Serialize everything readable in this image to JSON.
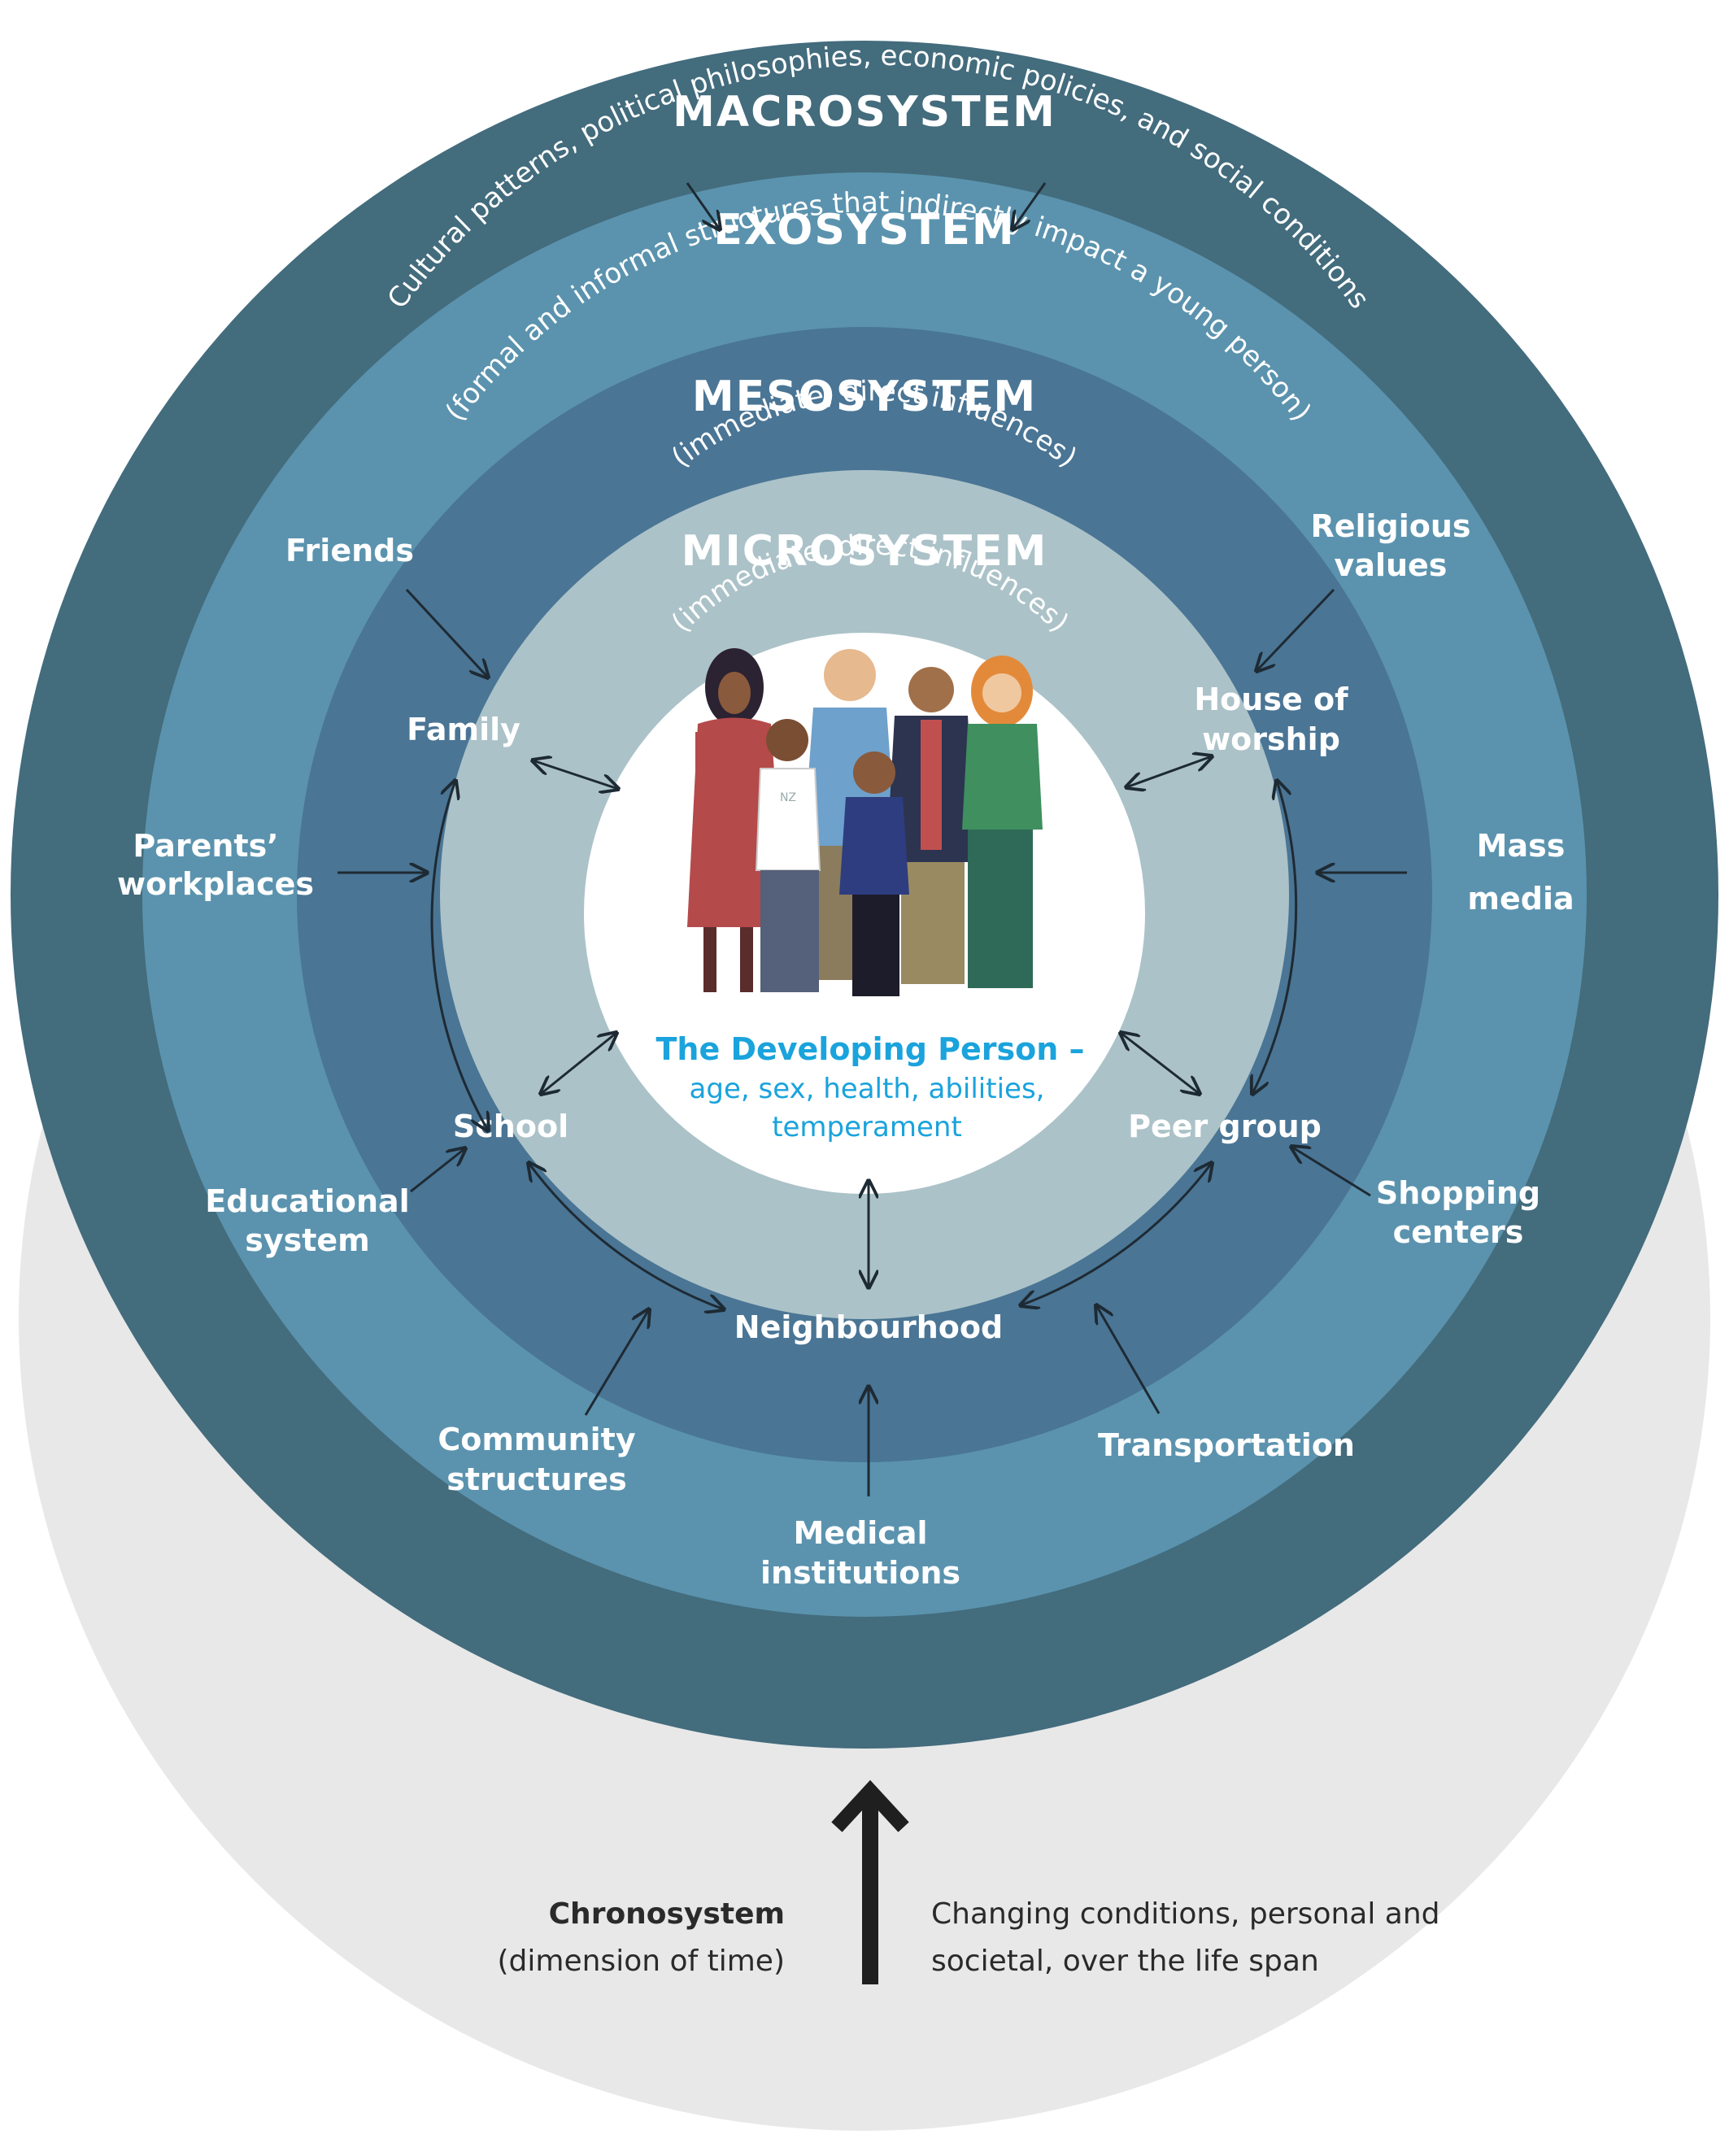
{
  "colors": {
    "macro": "#436c7d",
    "exo": "#5b93ae",
    "meso": "#4a7595",
    "micro": "#abc2c8",
    "center": "#ffffff",
    "chrono_shadow": "#e8e8e8",
    "person_text": "#1aa3dc",
    "arrow": "#1e2a33"
  },
  "macrosystem": {
    "title": "MACROSYSTEM",
    "subtitle": "Cultural patterns, political philosophies, economic policies, and social conditions"
  },
  "exosystem": {
    "title": "EXOSYSTEM",
    "subtitle": "(formal and informal structures that indirectly impact a young person)"
  },
  "mesosystem": {
    "title": "MESOSYSTEM",
    "subtitle": "(immediate, direct influences)"
  },
  "microsystem": {
    "title": "MICROSYSTEM",
    "subtitle": "(immediate, direct influences)"
  },
  "person": {
    "title": "The Developing Person –",
    "line1": "age, sex, health, abilities,",
    "line2": "temperament",
    "shirt_text": "NZ"
  },
  "micro_nodes": {
    "family": "Family",
    "house_of_worship_1": "House of",
    "house_of_worship_2": "worship",
    "school": "School",
    "peer_group": "Peer group",
    "neighbourhood": "Neighbourhood"
  },
  "exo_nodes": {
    "friends": "Friends",
    "religious_values_1": "Religious",
    "religious_values_2": "values",
    "parents_workplaces_1": "Parents’",
    "parents_workplaces_2": "workplaces",
    "mass_media_1": "Mass",
    "mass_media_2": "media",
    "educational_system_1": "Educational",
    "educational_system_2": "system",
    "shopping_centers_1": "Shopping",
    "shopping_centers_2": "centers",
    "community_structures_1": "Community",
    "community_structures_2": "structures",
    "transportation": "Transportation",
    "medical_institutions_1": "Medical",
    "medical_institutions_2": "institutions"
  },
  "chronosystem": {
    "title": "Chronosystem",
    "subtitle": "(dimension of time)",
    "desc_line1": "Changing conditions, personal and",
    "desc_line2": "societal, over the life span"
  }
}
